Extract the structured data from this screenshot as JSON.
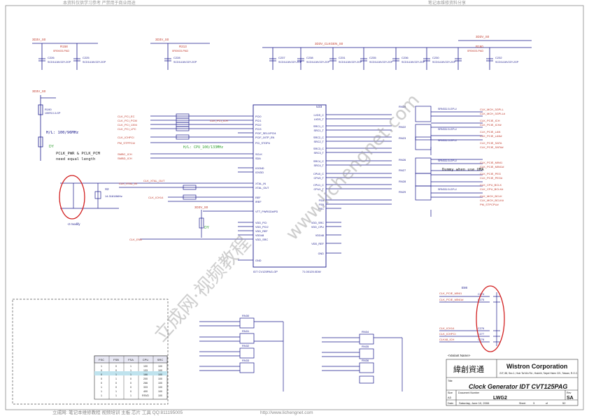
{
  "header": {
    "left_text": "本资料仅供学习参考 严禁用于商业用途",
    "right_text": "笔记本维修资料分享"
  },
  "footer": {
    "left_text": "立成网: 笔记本维修教程 视频培训 主板 芯片 工具 QQ:811195005",
    "url_text": "http://www.lichengnet.com"
  },
  "watermark": {
    "text1": "立成网·视频教程",
    "text2": "www.lichengnet.com"
  },
  "power_rails": {
    "top_left": "3D3V_S0",
    "top_mid": "3D3V_S0",
    "top_mid2": "3D3V_CLKGEN_S0",
    "top_right": "3D3V_S0",
    "left_side": "3D3V_S0",
    "bottom_mid": "3D3V_S0"
  },
  "components": {
    "r_top_left": "R158",
    "r_top_left_val": "0R0603-PAD",
    "r_top_mid": "R213",
    "r_top_mid_val": "0R0603-PAD",
    "r_top_right": "R160",
    "r_top_right_val": "0R0603-PAD",
    "caps_top": [
      "C226",
      "C225",
      "C228",
      "C237",
      "C238",
      "C231",
      "C235",
      "C236",
      "C230",
      "C232"
    ],
    "cap_val": "SCD1U16V2ZY-2GP",
    "u_label": "U23",
    "u_part": "IDT CV125PAG-GP",
    "u_pkg": "71.00125.0DW",
    "xtal": "X2",
    "xtal_val": "14.31818MHz",
    "resistor_pull": "R190",
    "resistor_pull_val": "10KR2J-3-GP"
  },
  "notes": {
    "note1": "H/L: 100/96MHz",
    "note2": "PCLK_PWR & PCLK_PCM",
    "note3": "need equal length",
    "note4": "H/L: CPU_100/133MHz",
    "note5": "Dummy when use UMA",
    "note6": "-2 modify"
  },
  "pin_labels_left": [
    "PCI0",
    "PCI1",
    "PCI2",
    "PCI3",
    "PCIF_SEL1/PCI4",
    "PCIF_0/ITP_EN",
    "PCI_STOP#",
    "SCLK",
    "SDA",
    "IOGND",
    "IOVDD",
    "XTAL_IN",
    "XTAL_OUT",
    "REF",
    "IREF",
    "VTT_PWRGD#/PD",
    "VDD_PCI",
    "VDD_PCI2",
    "VDD_REF",
    "VDD48",
    "VDD_SRC",
    "GND"
  ],
  "pin_labels_right": [
    "LVDS_C",
    "LVDS_T",
    "SRC1_C",
    "SRC1_T",
    "SRC2_C",
    "SRC2_T",
    "SRC3_C",
    "SRC3_T",
    "SRC4_C",
    "SRC4_T",
    "CPU0_C",
    "CPU0_T",
    "CPU1_C",
    "CPU1_T",
    "FSA",
    "FSB",
    "FSC",
    "VDD_SRC",
    "VDD_CPU",
    "VDD48",
    "VDD_REF",
    "GND"
  ],
  "nets_left": [
    "CLK_PCI_EC",
    "CLK_PCI_PCM",
    "CLK_PCI_1394",
    "CLK_PCI_LPC",
    "CLK_PCI_ICH",
    "CLK_ICHPCI",
    "PM_STPPCI#",
    "SMBC_ICH",
    "SMBD_ICH",
    "CLK_XTAL_IN",
    "CLK_XTAL_OUT",
    "CLK_ICH14",
    "CLK_EN#"
  ],
  "nets_right": [
    "CLK_MCH_3GPLL",
    "CLK_MCH_3GPLL#",
    "CLK_PCIE_ICH",
    "CLK_PCIE_ICH#",
    "CLK_PCIE_LAN",
    "CLK_PCIE_LAN#",
    "CLK_PCIE_SATA",
    "CLK_PCIE_SATA#",
    "CLK_PCIE_MINI1",
    "CLK_PCIE_MINI1#",
    "CLK_PCIE_PEG",
    "CLK_PCIE_PEG#",
    "CLK_CPU_BCLK",
    "CLK_CPU_BCLK#",
    "CLK_MCH_BCLK",
    "CLK_MCH_BCLK#",
    "PM_STPCPU#"
  ],
  "rn_packs": [
    "RN25",
    "RN22",
    "RN23",
    "RN26",
    "RN27",
    "RN28",
    "RN29",
    "RN30",
    "RN31",
    "RN32",
    "RN33",
    "RN34",
    "RN35",
    "RN36"
  ],
  "rn_val": "SRN33J-5-GP-U",
  "right_small": {
    "label": "EMI",
    "caps": [
      "C274",
      "C275",
      "C276",
      "C277",
      "C278"
    ],
    "nets": [
      "CLK_PCIE_MINI1",
      "CLK_PCIE_MINI1#",
      "CLK_ICH14",
      "CLK_ICHPCI",
      "CLK48_ICH"
    ]
  },
  "table": {
    "headers": [
      "FSC",
      "FSB",
      "FSA",
      "CPU",
      "SRC"
    ],
    "rows": [
      [
        "1",
        "0",
        "1",
        "100",
        "100"
      ],
      [
        "0",
        "0",
        "1",
        "133",
        "100"
      ],
      [
        "0",
        "1",
        "1",
        "166",
        "100"
      ],
      [
        "0",
        "1",
        "0",
        "200",
        "100"
      ],
      [
        "0",
        "0",
        "0",
        "266",
        "100"
      ],
      [
        "1",
        "0",
        "0",
        "333",
        "100"
      ],
      [
        "1",
        "1",
        "0",
        "400",
        "100"
      ],
      [
        "1",
        "1",
        "1",
        "RSVD",
        "100"
      ]
    ]
  },
  "title_block": {
    "variant_label": "<Variant Name>",
    "company_cn": "緯創資通",
    "company": "Wistron Corporation",
    "address": "21F, 88, Sec.1, Hsin Tai Wu Rd., Hsichih, Taipei Hsien 221, Taiwan, R.O.C.",
    "title_label": "Title",
    "title": "Clock Generator IDT CVT125PAG",
    "size_label": "Size",
    "size": "A3",
    "doc_label": "Document Number",
    "doc": "LWG2",
    "rev_label": "Rev",
    "rev": "SA",
    "date_label": "Date:",
    "date": "Saturday, June 10, 2006",
    "sheet_label": "Sheet",
    "sheet": "3",
    "of_label": "of",
    "of": "52"
  },
  "colors": {
    "wire": "#1a1a8c",
    "net": "#c0392b",
    "green": "#2e9e2e",
    "highlight": "#d21f1f",
    "watermark": "#c8c8c8"
  }
}
